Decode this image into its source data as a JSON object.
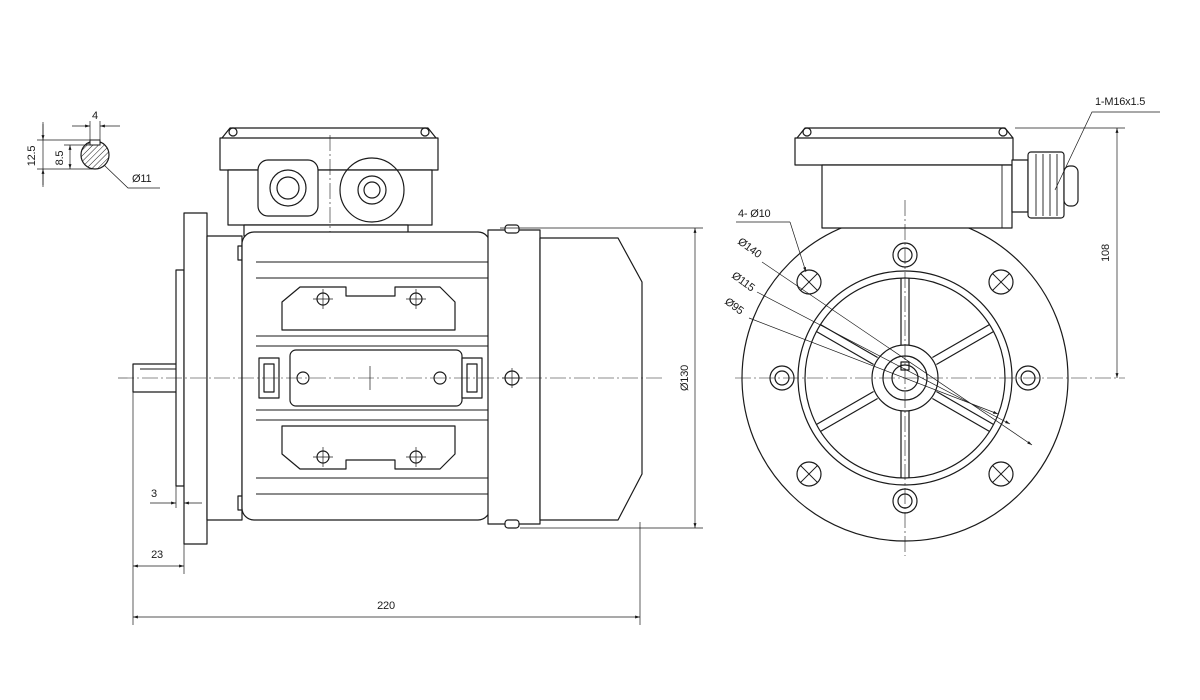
{
  "shaft_detail": {
    "key_width": "4",
    "overall_height": "12.5",
    "key_depth": "8.5",
    "shaft_diameter": "Ø11"
  },
  "side_view": {
    "housing_diameter": "Ø130",
    "spigot_step": "3",
    "shaft_length": "23",
    "overall_length": "220"
  },
  "front_view": {
    "cable_gland": "1-M16x1.5",
    "mounting_holes": "4- Ø10",
    "flange_diameter": "Ø140",
    "bolt_circle_diameter": "Ø115",
    "spigot_diameter": "Ø95",
    "shaft_height": "108"
  },
  "colors": {
    "line": "#1a1a1a",
    "background": "#ffffff"
  }
}
